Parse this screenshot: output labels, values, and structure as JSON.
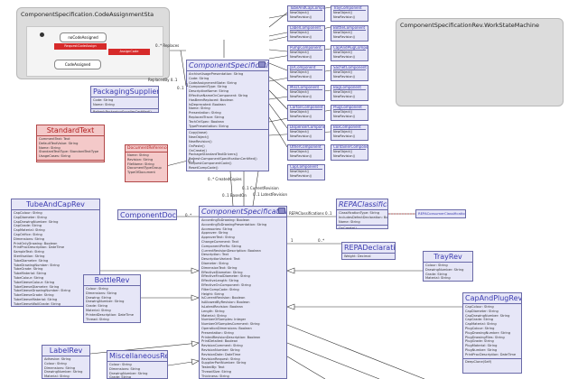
{
  "state_machines": {
    "code_assignment": {
      "title": "ComponentSpecification.CodeAssignmentSta"
    },
    "work_state": {
      "title": "ComponentSpecificationRev.WorkStateMachine"
    }
  },
  "sm_inner": {
    "state1": "noCodeAssigned",
    "state2": "CodeAssigned",
    "t1": "RequestCodeAssign",
    "t2": "AssignCode"
  },
  "classes": {
    "component_spec": {
      "title": "ComponentSpecification",
      "attrs": [
        "ArchiveUsagePresentation: String",
        "Code: String",
        "CodeAssignmentState: String",
        "ComponentType: String",
        "DescriptiveName: String",
        "EffectiveNameOnComponent: String",
        "HasBeenReplaced: Boolean",
        "IsDeprecated: Boolean",
        "Name: String",
        "Presentation: String",
        "ReplacedTrace: String",
        "TechOriSpec: Boolean",
        "TypePresentation: String"
      ],
      "ops": [
        "Copy(base)",
        "NewObject()",
        "NewRevision()",
        "OnPaste()",
        "OnCreate()",
        "PackageStandardTextDrivers()",
        "RefreshComponentSpecificationCertified()",
        "RequestComponentCode()",
        "ResetCompCode()",
        "ReversedLogicCode()",
        "VerifyManualCode()"
      ]
    },
    "component_spec_rev": {
      "title": "ComponentSpecificationRev",
      "attrs": [
        "AccordingToDrawing: Boolean",
        "AccordingToDrawingPresentation: String",
        "Accessories: String",
        "Approver: String",
        "ApproverText: String",
        "ChangeComment: Text",
        "ComponentPrefix: String",
        "CurrentRevisionDescription: Boolean",
        "Description: Text",
        "DescriptionVariant: Text",
        "Diameter: String",
        "DimensionText: String",
        "EffectiveDiameter: String",
        "EffectiveFinalDiameter: String",
        "EffectiveLength: String",
        "EffectiveOnComponent: String",
        "FilterCompCode: String",
        "Height: String",
        "IsCurrentRevision: Boolean",
        "IsAllowedByRevision: Boolean",
        "IsLatestRevision: Boolean",
        "Length: String",
        "Material: String",
        "NumberOfSamples: Integer",
        "NumberOfSamplesComment: String",
        "OperationDimensions: Boolean",
        "Presentation: String",
        "PrintedRevisionDescription: Boolean",
        "PrintDetailed: Boolean",
        "RevisionComment: String",
        "RevisionNumber: String",
        "RevisionDate: DateTime",
        "RevisionRequest: String",
        "SupplierPartNumber: String",
        "TestedBy: Text",
        "ThreadSize: String",
        "Thickness: String"
      ],
      "ops": []
    },
    "packaging_supplier": {
      "title": "PackagingSupplier",
      "attrs": [
        "Code: String",
        "Name: String"
      ],
      "ops": [
        "RefreshPackagingSupplierCertified()"
      ]
    },
    "standard_text": {
      "title": "StandardText",
      "attrs": [
        "CommentText: Text",
        "DefaultTextValue: String",
        "Name: String",
        "StandardTextType: StandardTextType",
        "UsageCases: String"
      ],
      "ops": [
        "ApplyTextOn()"
      ]
    },
    "document_reference": {
      "title": "DocumentReference",
      "attrs": [
        "Name: String",
        "Revision: String",
        "FileName: String",
        "DocumentTypeGroup",
        "TypeOfDocument"
      ],
      "ops": []
    },
    "component_doc_ref": {
      "title": "ComponentDocRef"
    },
    "tube_and_cap_rev": {
      "title": "TubeAndCapRev",
      "attrs": [
        "CapColour: String",
        "CapDiameter: String",
        "CapDrawingNumber: String",
        "CapGrade: String",
        "CapMaterial: String",
        "CapOrifice: String",
        "Dimensions: String",
        "PrintOnlyDrawing: Boolean",
        "PrintProcDescription: DateTime",
        "SampleText: String",
        "Sterilisation: String",
        "TubeDiameter: String",
        "TubeDrawingNumber: String",
        "TubeGrade: String",
        "TubeMaterial: String",
        "TubeColour: String",
        "TubeSleeveColour: String",
        "TubeSleeveDiameter: String",
        "TubeSleeveDrawingNumber: String",
        "TubeSleeveGrade: String",
        "TubeSleeveMaterial: String",
        "TubeSleeveWallGrade: String",
        "WallThickness: String"
      ],
      "ops": [
        "DeepClone(Self)"
      ]
    },
    "bottle_rev": {
      "title": "BottleRev",
      "attrs": [
        "Colour: String",
        "Dimensions: String",
        "Drawing: String",
        "DrawingNumber: String",
        "Grade: String",
        "Material: String",
        "PrintedDescription: DateTime",
        "Thread: String"
      ],
      "ops": []
    },
    "label_rev": {
      "title": "LabelRev",
      "attrs": [
        "Adhesive: String",
        "Colour: String",
        "Dimensions: String",
        "DrawingNumber: String",
        "Material: String",
        "PrintedText: String"
      ],
      "ops": []
    },
    "misc_rev": {
      "title": "MiscellaneousRev",
      "attrs": [
        "Colour: String",
        "Dimensions: String",
        "DrawingNumber: String",
        "Grade: String",
        "Material: String"
      ],
      "ops": []
    },
    "repa_classification": {
      "title": "REPAClassification",
      "attrs": [
        "ClassificationType: String",
        "IncludesDefectDeclaration: Boolean",
        "Name: String"
      ],
      "ops": [
        "OnCreate()"
      ]
    },
    "repa_declaration": {
      "title": "REPADeclaration",
      "attrs": [
        "Weight: Decimal"
      ],
      "ops": []
    },
    "tray_rev": {
      "title": "TrayRev",
      "attrs": [
        "Colour: String",
        "DrawingNumber: String",
        "Grade: String",
        "Material: String"
      ],
      "ops": []
    },
    "cap_and_plug_rev": {
      "title": "CapAndPlugRev",
      "attrs": [
        "CapColour: String",
        "CapDiameter: String",
        "CapDrawingNumber: String",
        "CapGrade: String",
        "CapMaterial: String",
        "PlugColour: String",
        "PlugDrawingNumber: String",
        "PlugDrawingFiles: String",
        "PlugGrade: String",
        "PlugMaterial: String",
        "PlugNumber: String",
        "PrintProcDescription: DateTime"
      ],
      "ops": [
        "DeepClone(Self)"
      ]
    },
    "repa_consumer": {
      "title": "REPAConsumerClassification"
    }
  },
  "small_classes": [
    {
      "title": "TubeAndCapComponent",
      "rows": [
        "NewObject()",
        "NewRevision()"
      ]
    },
    {
      "title": "TrayComponent",
      "rows": [
        "NewObject()",
        "NewRevision()"
      ]
    },
    {
      "title": "LabelComponent",
      "rows": [
        "NewObject()",
        "NewRevision()"
      ]
    },
    {
      "title": "BottleComponent",
      "rows": [
        "NewObject()",
        "NewRevision()"
      ]
    },
    {
      "title": "PumpComponent",
      "rows": [
        "NewObject()",
        "NewRevision()"
      ]
    },
    {
      "title": "CapAndPlugComponent",
      "rows": [
        "NewObject()",
        "NewRevision()"
      ]
    },
    {
      "title": "JarComponent",
      "rows": [
        "NewObject()",
        "NewRevision()"
      ]
    },
    {
      "title": "SachetComponent",
      "rows": [
        "NewObject()",
        "NewRevision()"
      ]
    },
    {
      "title": "MiscComponent",
      "rows": [
        "NewObject()",
        "NewRevision()"
      ]
    },
    {
      "title": "BagComponent",
      "rows": [
        "NewObject()",
        "NewRevision()"
      ]
    },
    {
      "title": "CartonComponent",
      "rows": [
        "NewObject()",
        "NewRevision()"
      ]
    },
    {
      "title": "PlugComponent",
      "rows": [
        "NewObject()",
        "NewRevision()"
      ]
    },
    {
      "title": "DispenserComponent",
      "rows": [
        "NewObject()",
        "NewRevision()"
      ]
    },
    {
      "title": "BoxComponent",
      "rows": [
        "NewObject()",
        "NewRevision()"
      ]
    },
    {
      "title": "OtherComponent",
      "rows": [
        "NewObject()",
        "NewRevision()"
      ]
    },
    {
      "title": "ContainerComponent",
      "rows": [
        "NewObject()",
        "NewRevision()"
      ]
    },
    {
      "title": "CapComponent",
      "rows": [
        "NewObject()",
        "NewRevision()"
      ]
    }
  ],
  "association_labels": {
    "replaces": "0..* Replaces",
    "replaced_by": "ReplacedBy 0..1",
    "one": "1",
    "zero_one": "0..1",
    "created_copies": "0..* CreatedCopies",
    "current_revision": "0..1 CurrentRevision",
    "based_on": "0..1 BasedOn",
    "latest_revision": "0..1 LatestRevision",
    "repa_classifications": "REPAClassifications 0..1",
    "zero_many": "0..*",
    "zero_many_b": "0..*",
    "one_b": "1",
    "zero_one_b": "0..1"
  }
}
